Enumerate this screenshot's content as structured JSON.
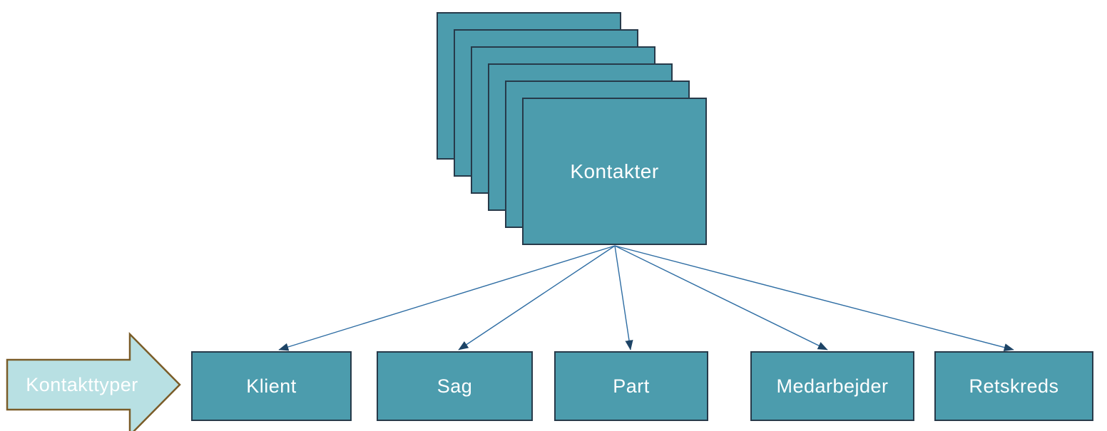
{
  "diagram": {
    "source_entity": {
      "label": "Kontakter",
      "stack_count": 6
    },
    "category_arrow": {
      "label": "Kontakttyper"
    },
    "contact_types": [
      {
        "label": "Klient"
      },
      {
        "label": "Sag"
      },
      {
        "label": "Part"
      },
      {
        "label": "Medarbejder"
      },
      {
        "label": "Retskreds"
      }
    ]
  },
  "colors": {
    "box_fill": "#4C9CAD",
    "box_border": "#273A4A",
    "connector_line": "#2E6DA3",
    "connector_head": "#1D4466",
    "arrow_fill": "#B8E0E3",
    "arrow_border": "#7A5C28",
    "label_text": "#FFFFFF"
  }
}
